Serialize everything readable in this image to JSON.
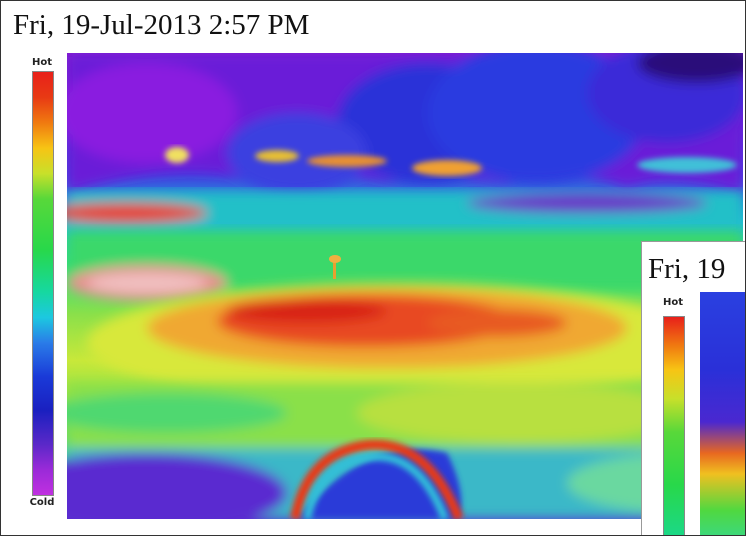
{
  "main": {
    "timestamp": "Fri, 19-Jul-2013 2:57 PM",
    "legend_hot": "Hot",
    "legend_cold": "Cold"
  },
  "inset": {
    "timestamp_partial": "Fri, 19",
    "legend_hot": "Hot"
  },
  "colors": {
    "hot": "#e8201a",
    "warm": "#f7c414",
    "mid": "#28d84a",
    "cool": "#1cc8e0",
    "cold": "#c030e0"
  }
}
